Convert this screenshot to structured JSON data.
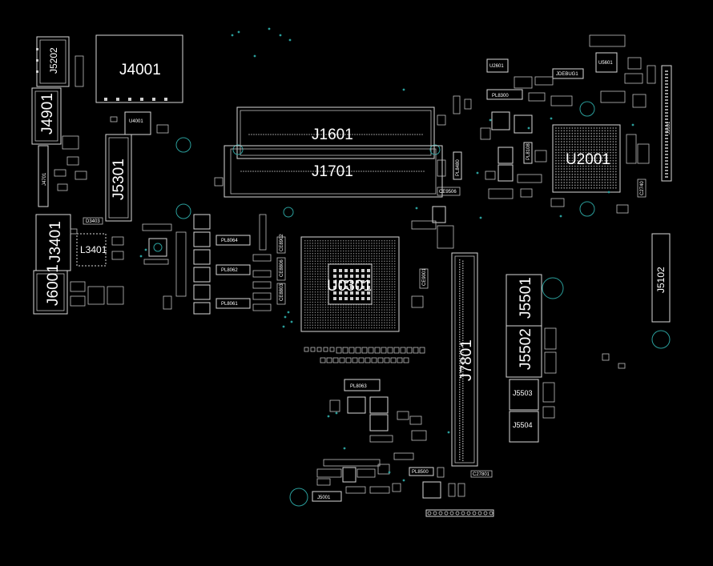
{
  "board": {
    "background": "#000000",
    "outline_color": "#d8d8d8",
    "hole_color": "#2a9d9a"
  },
  "labels": {
    "J4001": "J4001",
    "J5202": "J5202",
    "J4901": "J4901",
    "U4001": "U4001",
    "J5301": "J5301",
    "J4701": "J4701",
    "J3401": "J3401",
    "L3401": "L3401",
    "J6001": "J6001",
    "J1601": "J1601",
    "J1701": "J1701",
    "U0301": "U0301",
    "J7801": "J7801",
    "U2001": "U2001",
    "J5101": "J5101",
    "J5102": "J5102",
    "J5501": "J5501",
    "J5502": "J5502",
    "J5503": "J5503",
    "J5504": "J5504",
    "J5001": "J5001",
    "PL8064": "PL8064",
    "PL8062": "PL8062",
    "PL8061": "PL8061",
    "PL8063": "PL8063",
    "PL8300": "PL8300",
    "PL8500": "PL8500",
    "PL8480": "PL8480",
    "PL8108": "PL8108",
    "U2601": "U2601",
    "U5601": "U5601",
    "D3403": "D3403",
    "C2740": "C2740",
    "JDEBUG1": "JDEBUG1",
    "C27801": "C27801",
    "CE9506": "CE9506",
    "CE8902": "CE8902",
    "CE8803": "CE8803",
    "CE9001": "CE9001",
    "CE8806": "CE8806"
  }
}
